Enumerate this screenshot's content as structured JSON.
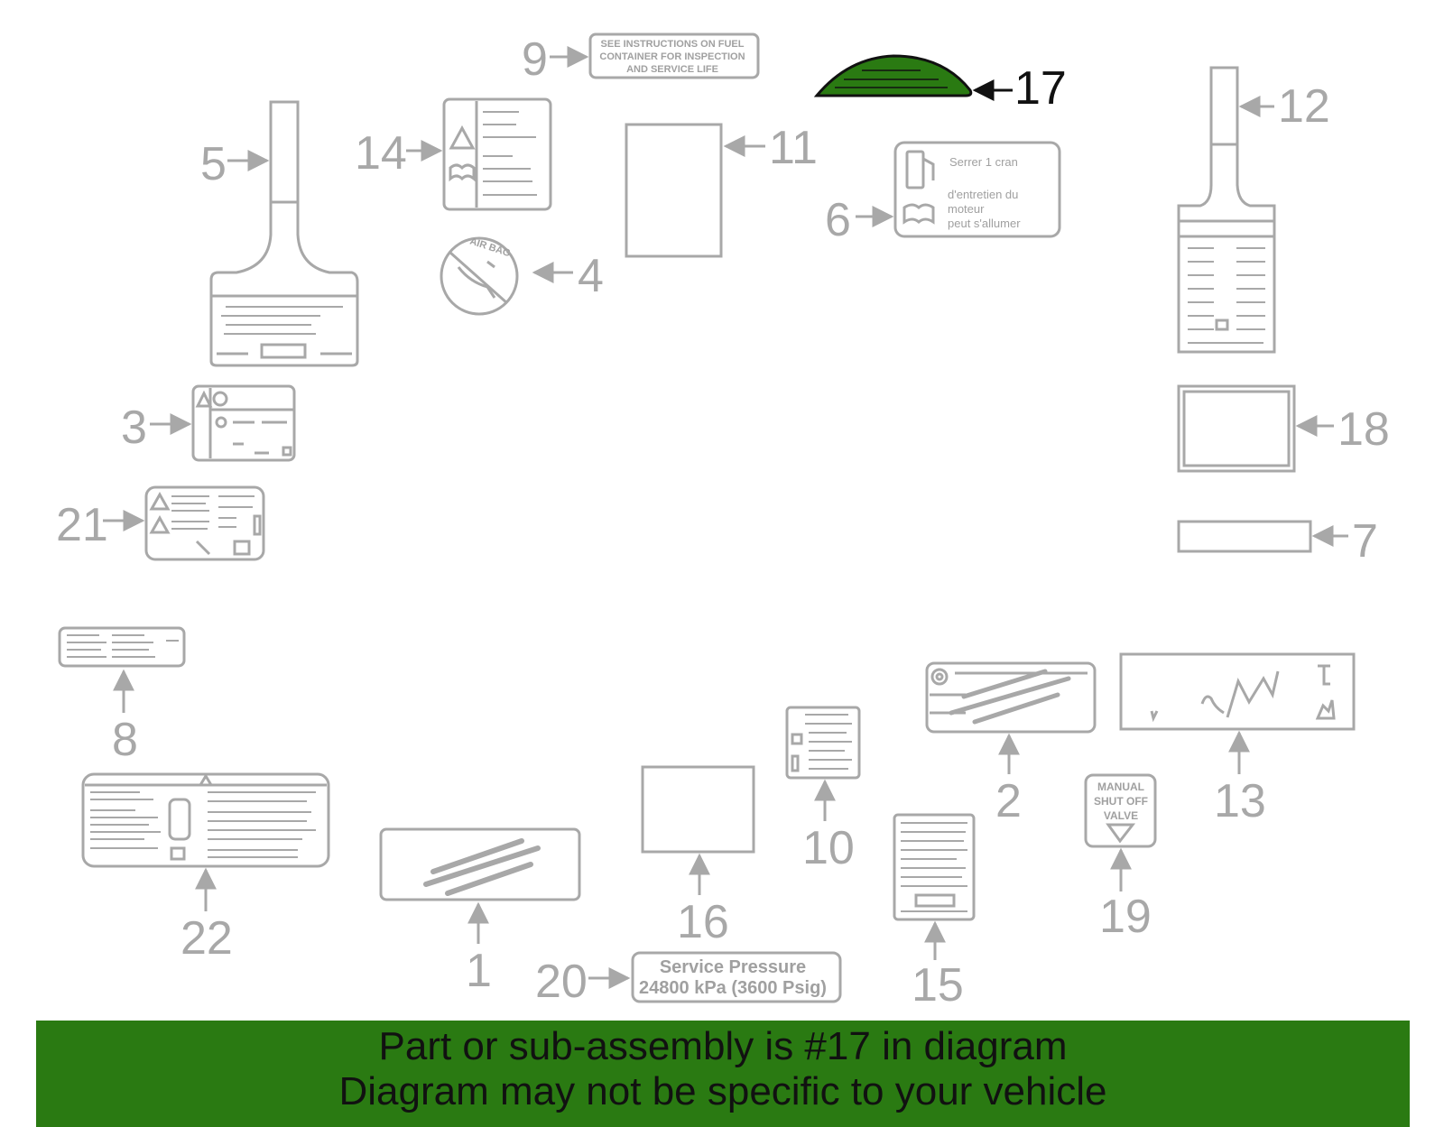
{
  "colors": {
    "line": "#a8a8a8",
    "highlight_fill": "#2a7a12",
    "highlight_stroke": "#111111",
    "banner_bg": "#2a7a12"
  },
  "highlighted_part": "17",
  "callouts": {
    "c1": "1",
    "c2": "2",
    "c3": "3",
    "c4": "4",
    "c5": "5",
    "c6": "6",
    "c7": "7",
    "c8": "8",
    "c9": "9",
    "c10": "10",
    "c11": "11",
    "c12": "12",
    "c13": "13",
    "c14": "14",
    "c15": "15",
    "c16": "16",
    "c17": "17",
    "c18": "18",
    "c19": "19",
    "c20": "20",
    "c21": "21",
    "c22": "22"
  },
  "label_texts": {
    "fuel_line1": "SEE INSTRUCTIONS ON FUEL",
    "fuel_line2": "CONTAINER FOR INSPECTION",
    "fuel_line3": "AND SERVICE LIFE",
    "french_line1": "Serrer 1 cran",
    "french_line2": "d'entretien du",
    "french_line3": "moteur",
    "french_line4": "peut s'allumer",
    "airbag": "AIR BAG",
    "valve_line1": "MANUAL",
    "valve_line2": "SHUT OFF",
    "valve_line3": "VALVE",
    "pressure_line1": "Service Pressure",
    "pressure_line2": "24800 kPa (3600 Psig)"
  },
  "banner": {
    "line1": "Part or sub-assembly is #17 in diagram",
    "line2": "Diagram may not be specific to your vehicle"
  }
}
